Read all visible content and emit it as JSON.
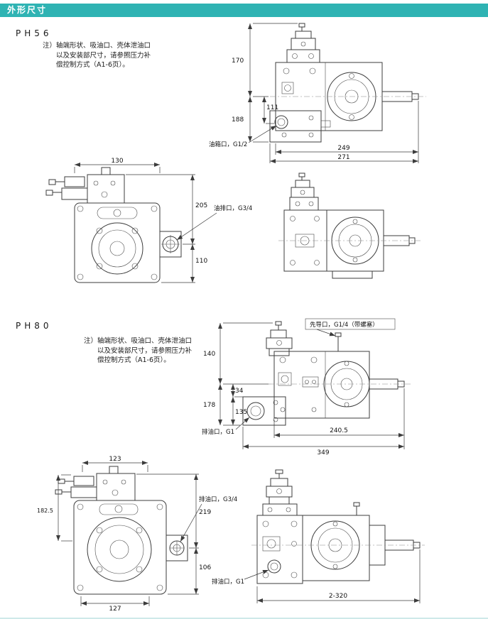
{
  "page": {
    "header_title": "外形尺寸",
    "accent_color": "#2fb3b3"
  },
  "note": {
    "line1": "注）轴端形状、吸油口、壳体泄油口",
    "line2": "以及安装部尺寸，请参照压力补",
    "line3": "偿控制方式（A1-6页）。"
  },
  "sections": {
    "ph56": {
      "model": "PH56",
      "side": {
        "d170": "170",
        "d188": "188",
        "d111": "111",
        "d249": "249",
        "d271": "271",
        "tank_port_label": "油箱口，G1/2"
      },
      "front": {
        "d130": "130",
        "d205": "205",
        "d110": "110",
        "drain_port_label": "油排口，G3/4"
      }
    },
    "ph80": {
      "model": "PH80",
      "side": {
        "pilot_port_label": "先导口，G1/4（带螺塞）",
        "d140": "140",
        "d178": "178",
        "d34": "34",
        "d135": "135",
        "d240_5": "240.5",
        "d349": "349",
        "drain_port_label": "排油口，G1"
      },
      "front": {
        "d123": "123",
        "d182_5": "182.5",
        "d219": "219",
        "d106": "106",
        "d127": "127",
        "drain_port_label": "排油口，G3/4"
      },
      "rear": {
        "drain_port_label": "排油口，G1",
        "d2_320": "2-320"
      }
    }
  }
}
